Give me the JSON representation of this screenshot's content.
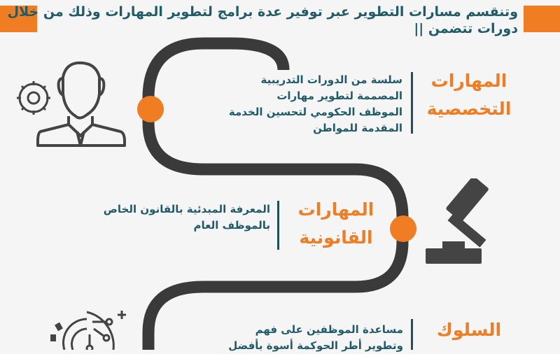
{
  "header": {
    "line1": "وتنقسم مسارات التطوير عبر توفير عدة برامج لتطوير المهارات وذلك من خلال",
    "line2": "دورات تتضمن ||"
  },
  "sections": [
    {
      "title_line1": "المهارات",
      "title_line2": "التخصصية",
      "description": [
        "سلسة من الدورات التدريبية",
        "المصممة لتطوير مهارات",
        "الموظف الحكومي لتحسين الخدمة",
        "المقدمة للمواطن"
      ],
      "icon": "businessman-gear-icon"
    },
    {
      "title_line1": "المهارات",
      "title_line2": "القانونية",
      "description": [
        "المعرفة المبدئية بالقانون الخاص",
        "بالموظف العام"
      ],
      "icon": "gavel-icon"
    },
    {
      "title_line1": "السلوك",
      "title_line2": "",
      "description": [
        "مساعدة الموظفين على فهم",
        "وتطوير أطر الحوكمة أسوة بأفضل"
      ],
      "icon": "gear-circuit-icon"
    }
  ],
  "colors": {
    "accent": "#f07d21",
    "text": "#1f5b69",
    "road": "#3a3a3a",
    "icon": "#444444"
  }
}
